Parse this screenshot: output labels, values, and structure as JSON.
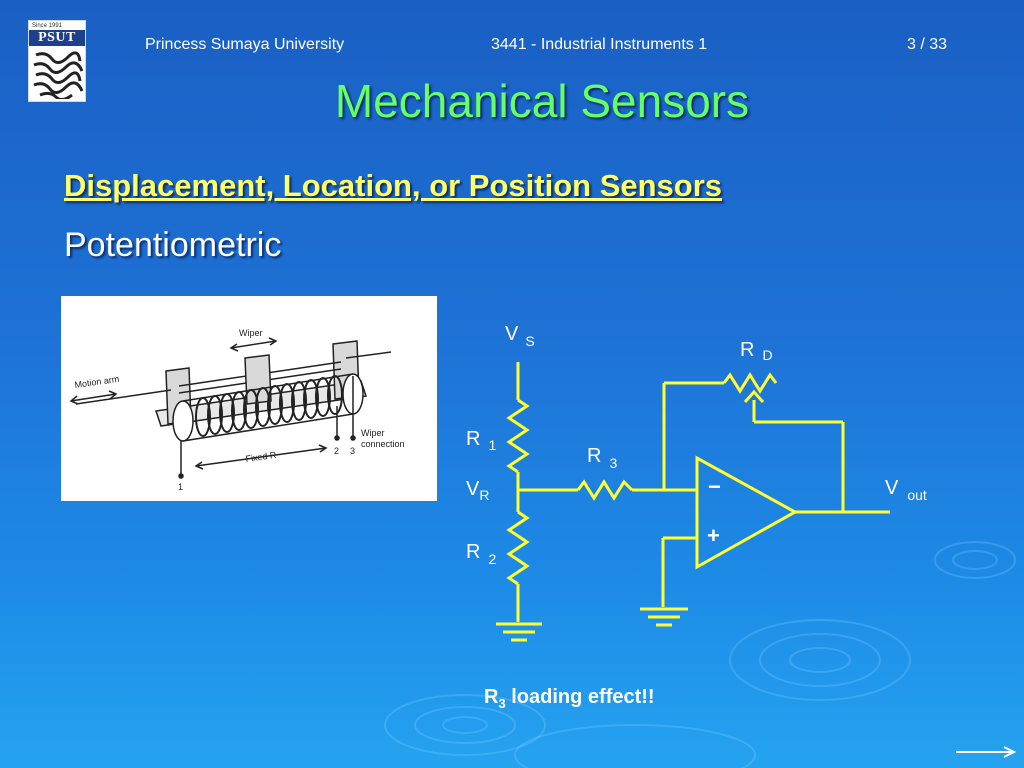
{
  "header": {
    "university": "Princess Sumaya University",
    "course": "3441 - Industrial Instruments 1",
    "page": "3 / 33"
  },
  "logo": {
    "since": "Since 1991",
    "name": "PSUT"
  },
  "slide": {
    "title": "Mechanical Sensors",
    "subtitle": "Displacement, Location, or Position Sensors",
    "body": "Potentiometric"
  },
  "photo_labels": {
    "wiper": "Wiper",
    "motion_arm": "Motion arm",
    "wiper_connection_1": "Wiper",
    "wiper_connection_2": "connection",
    "fixed_r": "Fixed R",
    "pin1": "1",
    "pin2": "2",
    "pin3": "3"
  },
  "circuit_labels": {
    "vs_main": "V",
    "vs_sub": "S",
    "r1_main": "R",
    "r1_sub": "1",
    "vr_main": "V",
    "vr_sub": "R",
    "r2_main": "R",
    "r2_sub": "2",
    "r3_main": "R",
    "r3_sub": "3",
    "rd_main": "R",
    "rd_sub": "D",
    "vout_main": "V",
    "vout_sub": "out",
    "minus": "−",
    "plus": "+"
  },
  "caption": {
    "main": "R",
    "sub": "3",
    "rest": " loading effect!!"
  },
  "colors": {
    "title": "#66ff66",
    "subtitle": "#ffff66",
    "circuit": "#ffff33",
    "text": "#ffffff"
  }
}
